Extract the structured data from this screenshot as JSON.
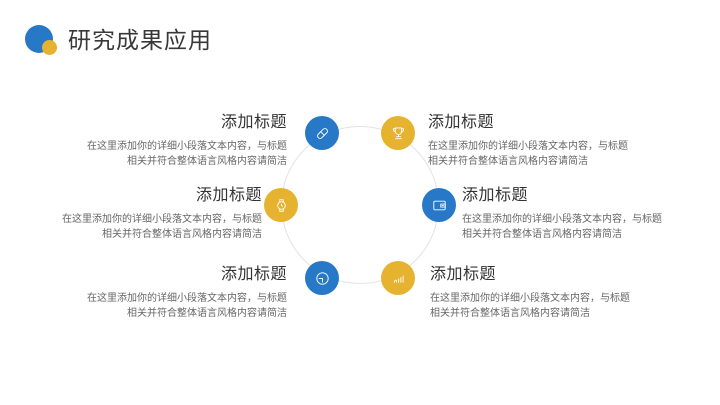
{
  "slide": {
    "title": "研究成果应用"
  },
  "colors": {
    "blue": "#2878C8",
    "yellow": "#E5B32F",
    "title_text": "#383838",
    "heading_text": "#333333",
    "body_text": "#666666",
    "ring_line": "#E3E3E3"
  },
  "items": [
    {
      "title": "添加标题",
      "body_line1": "在这里添加你的详细小段落文本内容，与标题",
      "body_line2": "相关并符合整体语言风格内容请简洁",
      "icon": "pill-icon",
      "color": "blue",
      "side": "left"
    },
    {
      "title": "添加标题",
      "body_line1": "在这里添加你的详细小段落文本内容，与标题",
      "body_line2": "相关并符合整体语言风格内容请简洁",
      "icon": "trophy-icon",
      "color": "yellow",
      "side": "right"
    },
    {
      "title": "添加标题",
      "body_line1": "在这里添加你的详细小段落文本内容，与标题",
      "body_line2": "相关并符合整体语言风格内容请简洁",
      "icon": "watch-icon",
      "color": "yellow",
      "side": "left"
    },
    {
      "title": "添加标题",
      "body_line1": "在这里添加你的详细小段落文本内容，与标题",
      "body_line2": "相关并符合整体语言风格内容请简洁",
      "icon": "wallet-icon",
      "color": "blue",
      "side": "right"
    },
    {
      "title": "添加标题",
      "body_line1": "在这里添加你的详细小段落文本内容，与标题",
      "body_line2": "相关并符合整体语言风格内容请简洁",
      "icon": "clock-icon",
      "color": "blue",
      "side": "left"
    },
    {
      "title": "添加标题",
      "body_line1": "在这里添加你的详细小段落文本内容，与标题",
      "body_line2": "相关并符合整体语言风格内容请简洁",
      "icon": "bar-chart-icon",
      "color": "yellow",
      "side": "right"
    }
  ]
}
